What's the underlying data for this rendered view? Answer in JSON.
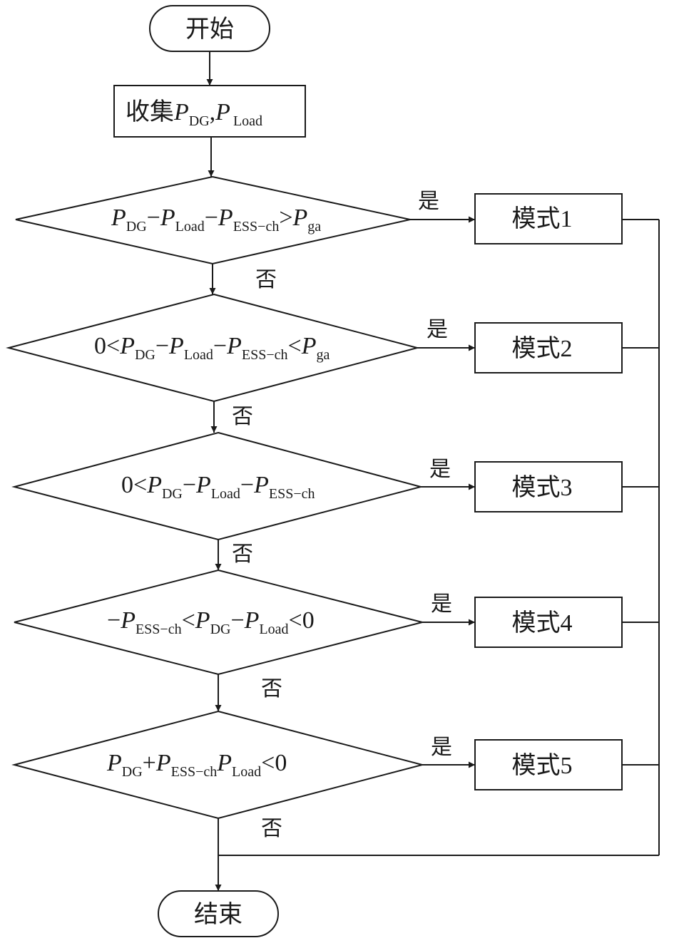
{
  "start": "开始",
  "end": "结束",
  "collect": {
    "text": "收集",
    "p": "P",
    "dg": "DG",
    "comma": ",",
    "load": "Load"
  },
  "yes": "是",
  "no": "否",
  "modes": [
    "模式1",
    "模式2",
    "模式3",
    "模式4",
    "模式5"
  ],
  "c1": {
    "p": "P",
    "dg": "DG",
    "minus": "−",
    "load": "Load",
    "ess": "ESS−ch",
    "gt": ">",
    "ga": "ga"
  },
  "c2": {
    "zero": "0",
    "lt": "<",
    "p": "P",
    "dg": "DG",
    "minus": "−",
    "load": "Load",
    "ess": "ESS−ch",
    "ga": "ga"
  },
  "c3": {
    "zero": "0",
    "lt": "<",
    "p": "P",
    "dg": "DG",
    "minus": "−",
    "load": "Load",
    "ess": "ESS−ch"
  },
  "c4": {
    "minus": "−",
    "p": "P",
    "ess": "ESS−ch",
    "lt": "<",
    "dg": "DG",
    "load": "Load",
    "zero": "0"
  },
  "c5": {
    "p": "P",
    "dg": "DG",
    "plus": "+",
    "ess": "ESS−ch",
    "load": "Load",
    "lt": "<",
    "zero": "0"
  }
}
